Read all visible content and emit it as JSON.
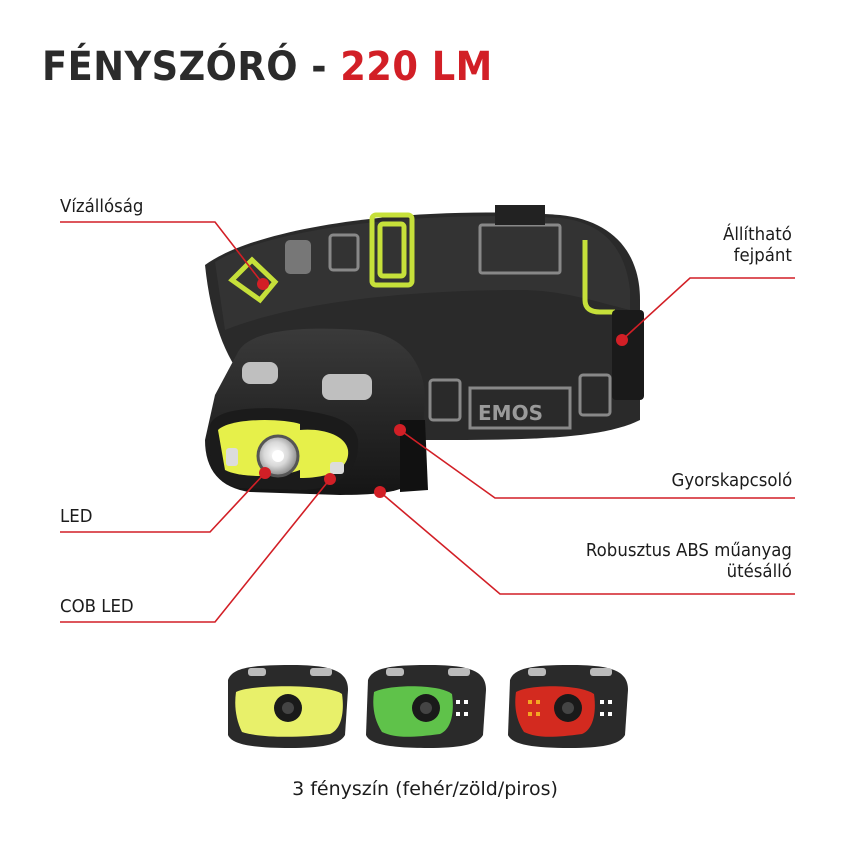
{
  "title": {
    "main": "FÉNYSZÓRÓ - ",
    "accent": "220 LM"
  },
  "labels": {
    "waterproof": "Vízállóság",
    "adjustable_line1": "Állítható",
    "adjustable_line2": "fejpánt",
    "led": "LED",
    "quick_switch": "Gyorskapcsoló",
    "cob_led": "COB LED",
    "abs_line1": "Robusztus ABS műanyag",
    "abs_line2": "ütésálló"
  },
  "strap_logo": "EMOS",
  "caption": "3 fényszín (fehér/zöld/piros)",
  "colors": {
    "accent": "#d21f26",
    "strap_lime": "#c6e03a",
    "light_white": "#e8f06a",
    "light_green": "#5fc24a",
    "light_red": "#d32a1f"
  }
}
